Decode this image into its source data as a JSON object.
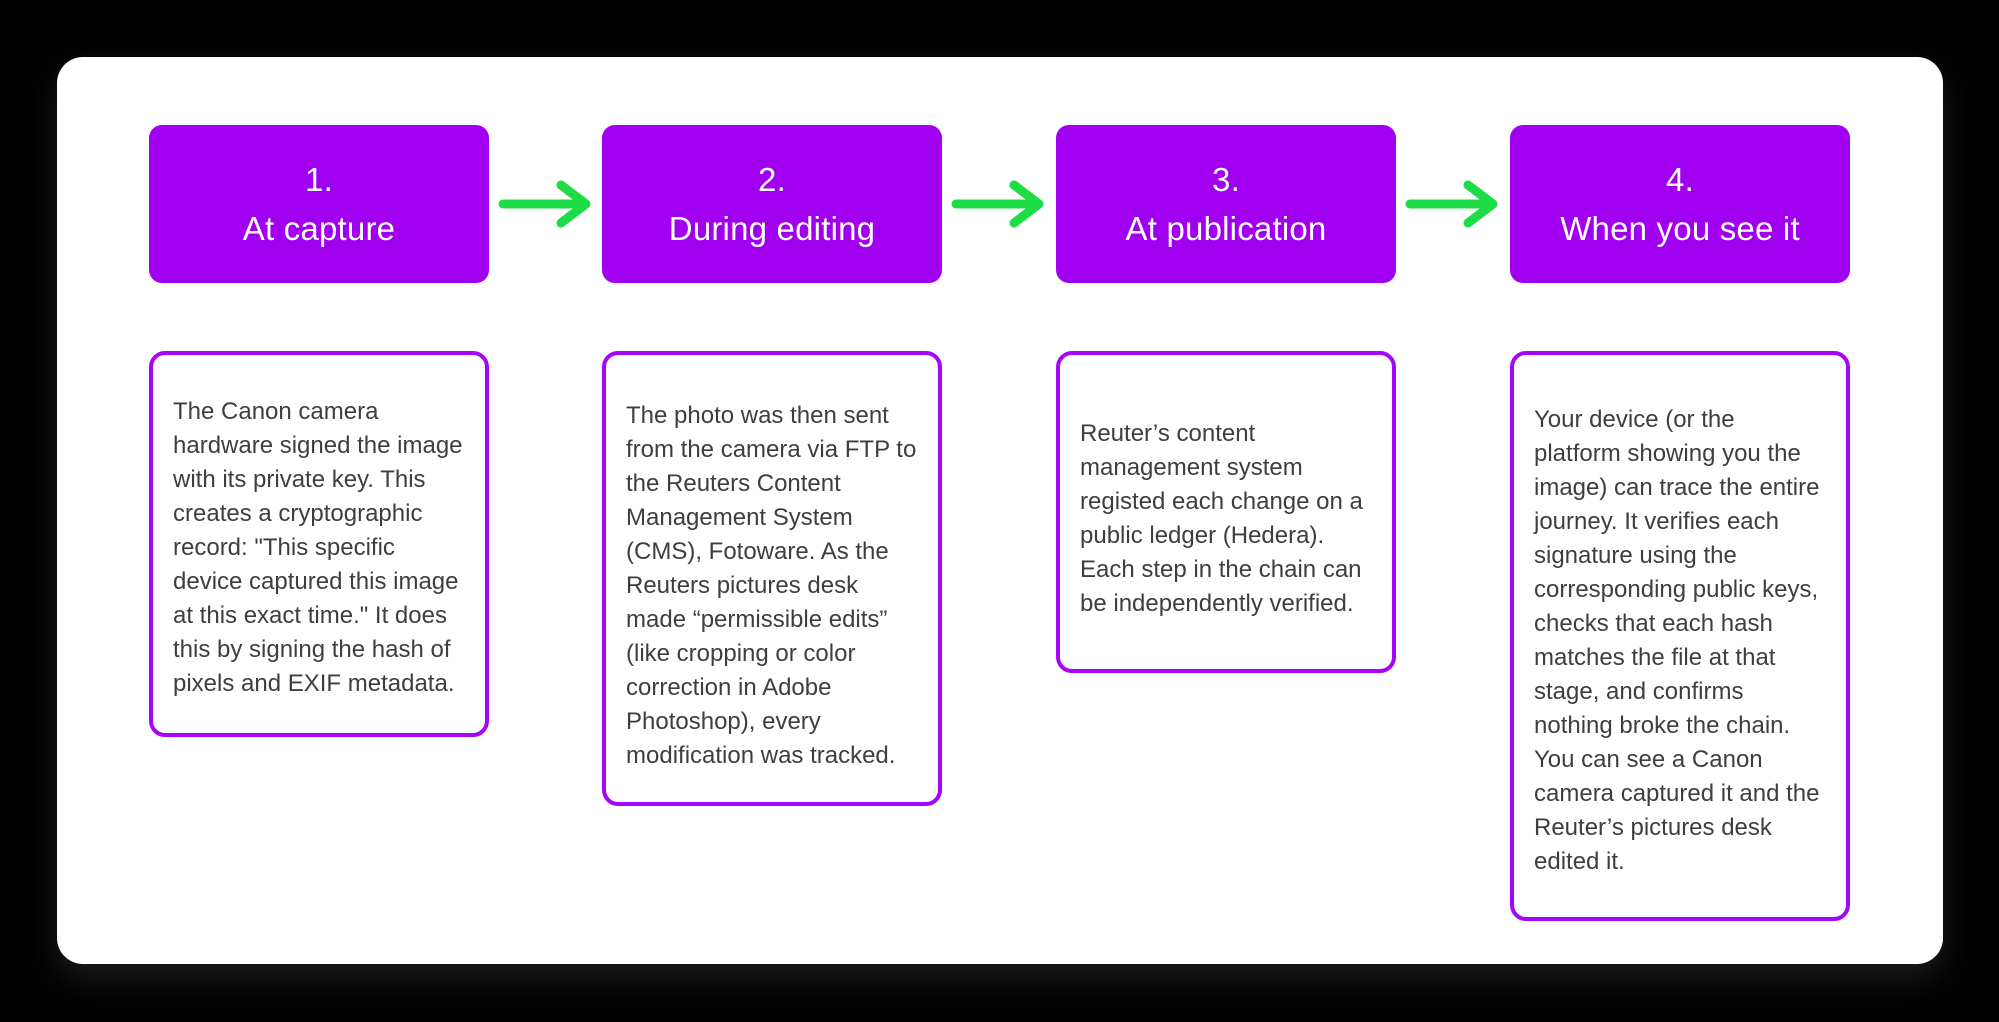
{
  "colors": {
    "background": "#000000",
    "card": "#FFFFFF",
    "purple": "#A100F0",
    "purple-border": "#A705F7",
    "green": "#1EDC46",
    "text": "#3E3E3E"
  },
  "arrow_icon": "arrow-right",
  "steps": [
    {
      "number": "1.",
      "label": "At capture",
      "note_lines": [
        "The Canon camera",
        "hardware signed the image",
        "with its private key. This",
        "creates a cryptographic",
        "record: \"This specific",
        "device captured this image",
        "at this exact time.\" It does",
        "this by signing the hash of",
        "pixels and EXIF metadata."
      ]
    },
    {
      "number": "2.",
      "label": "During editing",
      "note_lines": [
        "The photo was then sent",
        "from the camera via FTP to",
        "the Reuters Content",
        "Management System",
        "(CMS), Fotoware. As the",
        "Reuters pictures desk",
        "made “permissible edits”",
        "(like cropping or color",
        "correction in Adobe",
        "Photoshop), every",
        "modification was tracked."
      ]
    },
    {
      "number": "3.",
      "label": "At publication",
      "note_lines": [
        "Reuter’s content",
        "management system",
        "registed each change on a",
        "public ledger (Hedera).",
        "Each step in the chain can",
        "be independently verified."
      ]
    },
    {
      "number": "4.",
      "label": "When you see it",
      "note_lines": [
        "Your device (or the",
        "platform showing you the",
        "image) can trace the entire",
        "journey. It verifies each",
        "signature using the",
        "corresponding public keys,",
        "checks that each hash",
        "matches the file at that",
        "stage, and confirms",
        "nothing broke the chain.",
        "You can see a Canon",
        "camera captured it and the",
        "Reuter’s pictures desk",
        "edited it."
      ]
    }
  ]
}
